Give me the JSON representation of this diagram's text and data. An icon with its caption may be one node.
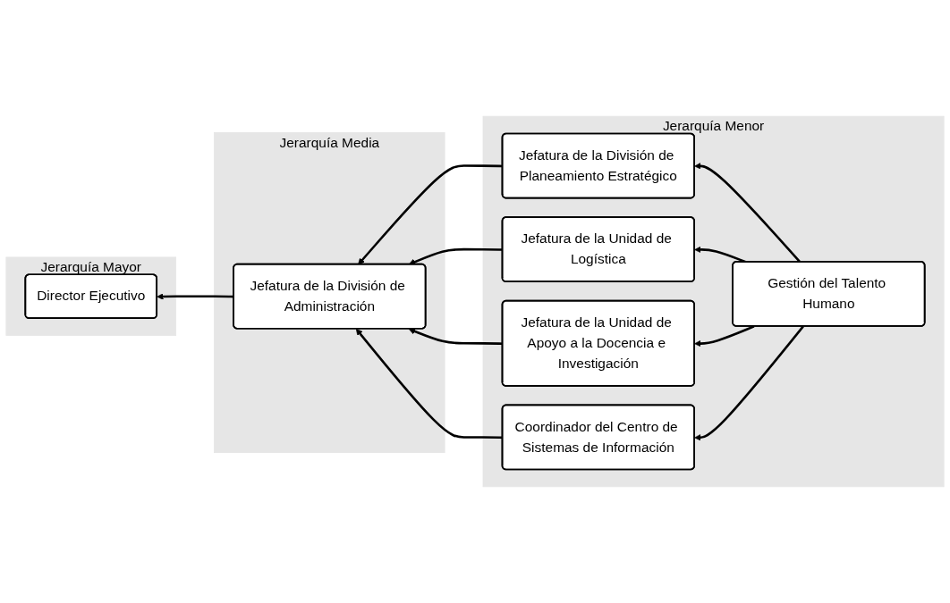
{
  "diagram": {
    "nodes": [
      {
        "text": [
          "Jerarquía Mayor"
        ]
      },
      {
        "text": [
          "Director Ejecutivo"
        ],
        "in": 0
      },
      {
        "text": [
          "Jerarquía Media"
        ]
      },
      {
        "text": [
          "Jefatura de la División de Administración"
        ],
        "in": 2
      },
      {
        "text": [
          "Jerarquía Menor"
        ]
      },
      {
        "text": [
          "Jefatura de la División de Planeamiento Estratégico"
        ],
        "in": 4
      },
      {
        "text": [
          "Jefatura de la Unidad de Logística"
        ],
        "in": 4
      },
      {
        "text": [
          "Jefatura de la Unidad de Apoyo a la Docencia e Investigación"
        ],
        "in": 4
      },
      {
        "text": [
          "Coordinador del Centro de Sistemas de Información"
        ],
        "in": 4
      },
      {
        "text": [
          "Gestión del Talento Humano"
        ],
        "in": 4
      }
    ],
    "edges": [
      {
        "from": 9,
        "to": 5,
        "arrow": "to"
      },
      {
        "from": 9,
        "to": 6,
        "arrow": "to"
      },
      {
        "from": 9,
        "to": 7,
        "arrow": "to"
      },
      {
        "from": 9,
        "to": 8,
        "arrow": "to"
      },
      {
        "from": 5,
        "to": 3,
        "arrow": "to"
      },
      {
        "from": 6,
        "to": 3,
        "arrow": "to"
      },
      {
        "from": 7,
        "to": 3,
        "arrow": "to"
      },
      {
        "from": 8,
        "to": 3,
        "arrow": "to"
      },
      {
        "from": 3,
        "to": 1,
        "arrow": "to"
      }
    ]
  }
}
